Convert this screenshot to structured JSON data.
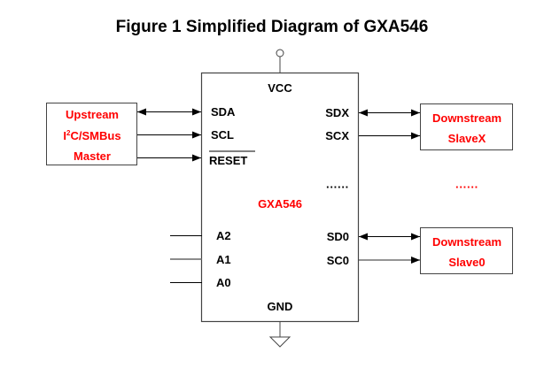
{
  "title": "Figure 1 Simplified Diagram of GXA546",
  "chip": {
    "name": "GXA546",
    "power_pin": "VCC",
    "ground_pin": "GND",
    "left_pins": [
      "SDA",
      "SCL",
      "RESET"
    ],
    "address_pins": [
      "A2",
      "A1",
      "A0"
    ],
    "right_pins_top": [
      "SDX",
      "SCX"
    ],
    "right_pins_bottom": [
      "SD0",
      "SC0"
    ],
    "ellipsis": "······"
  },
  "upstream": {
    "line1": "Upstream",
    "line2_prefix": "I",
    "line2_sup": "2",
    "line2_suffix": "C/SMBus",
    "line3": "Master"
  },
  "slave_x": {
    "line1": "Downstream",
    "line2": "SlaveX"
  },
  "slave_0": {
    "line1": "Downstream",
    "line2": "Slave0"
  },
  "slave_ellipsis": "······",
  "colors": {
    "label_red": "#ff0000",
    "line": "#000000"
  }
}
